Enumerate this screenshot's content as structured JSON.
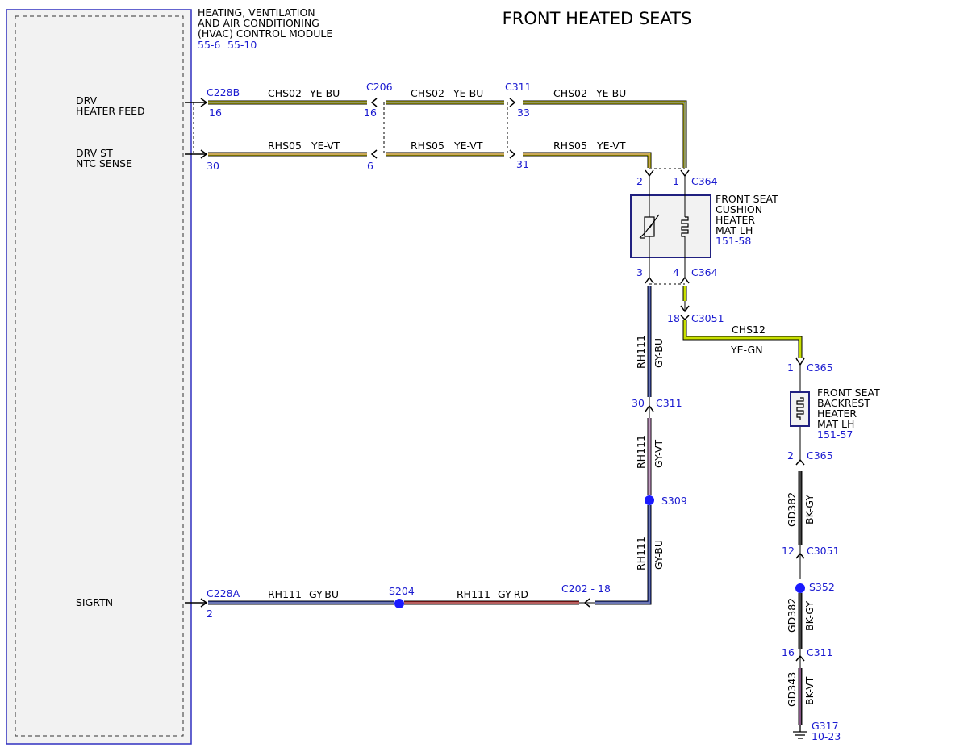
{
  "title": "FRONT HEATED SEATS",
  "hvac_module": {
    "name_lines": [
      "HEATING, VENTILATION",
      "AND AIR CONDITIONING",
      "(HVAC) CONTROL MODULE"
    ],
    "refs": [
      "55-6",
      "55-10"
    ],
    "pins": {
      "drv_heater_feed": [
        "DRV",
        "HEATER FEED"
      ],
      "drv_st_ntc_sense": [
        "DRV ST",
        "NTC SENSE"
      ],
      "sigrtn": "SIGRTN"
    }
  },
  "connectors": {
    "c228b": "C228B",
    "c206": "C206",
    "c311": "C311",
    "c364": "C364",
    "c3051": "C3051",
    "c365": "C365",
    "c228a": "C228A",
    "c202": "C202 - 18"
  },
  "pin_numbers": {
    "c228b_16": "16",
    "c228b_30": "30",
    "c206_16": "16",
    "c206_6": "6",
    "c311_33": "33",
    "c311_31": "31",
    "c364_2": "2",
    "c364_1": "1",
    "c364_3": "3",
    "c364_4": "4",
    "c3051_18": "18",
    "c365_1": "1",
    "c365_2": "2",
    "c311_30": "30",
    "c3051_12": "12",
    "c311_16": "16",
    "c228a_2": "2"
  },
  "wires": {
    "chs02_circuit": "CHS02",
    "chs02_color": "YE-BU",
    "rhs05_circuit": "RHS05",
    "rhs05_color": "YE-VT",
    "rh111_circuit": "RH111",
    "gy_bu": "GY-BU",
    "gy_vt": "GY-VT",
    "gy_rd": "GY-RD",
    "chs12_circuit": "CHS12",
    "chs12_color": "YE-GN",
    "gd382_circuit": "GD382",
    "bk_gy": "BK-GY",
    "gd343_circuit": "GD343",
    "bk_vt": "BK-VT"
  },
  "splices": {
    "s309": "S309",
    "s204": "S204",
    "s352": "S352"
  },
  "ground": {
    "name": "G317",
    "ref": "10-23"
  },
  "cushion_heater": {
    "name_lines": [
      "FRONT SEAT",
      "CUSHION",
      "HEATER",
      "MAT LH"
    ],
    "ref": "151-58"
  },
  "backrest_heater": {
    "name_lines": [
      "FRONT SEAT",
      "BACKREST",
      "HEATER",
      "MAT LH"
    ],
    "ref": "151-57"
  },
  "colors": {
    "yellow": "#e8e000",
    "yellow_green": "#c8e000",
    "blue": "#3a50c8",
    "gray": "#a0a0a0",
    "violet_pink": "#e0a0e0",
    "red": "#d02020",
    "black": "#111111",
    "connector_blue": "#1a1ad0",
    "module_border": "#3030c0"
  }
}
